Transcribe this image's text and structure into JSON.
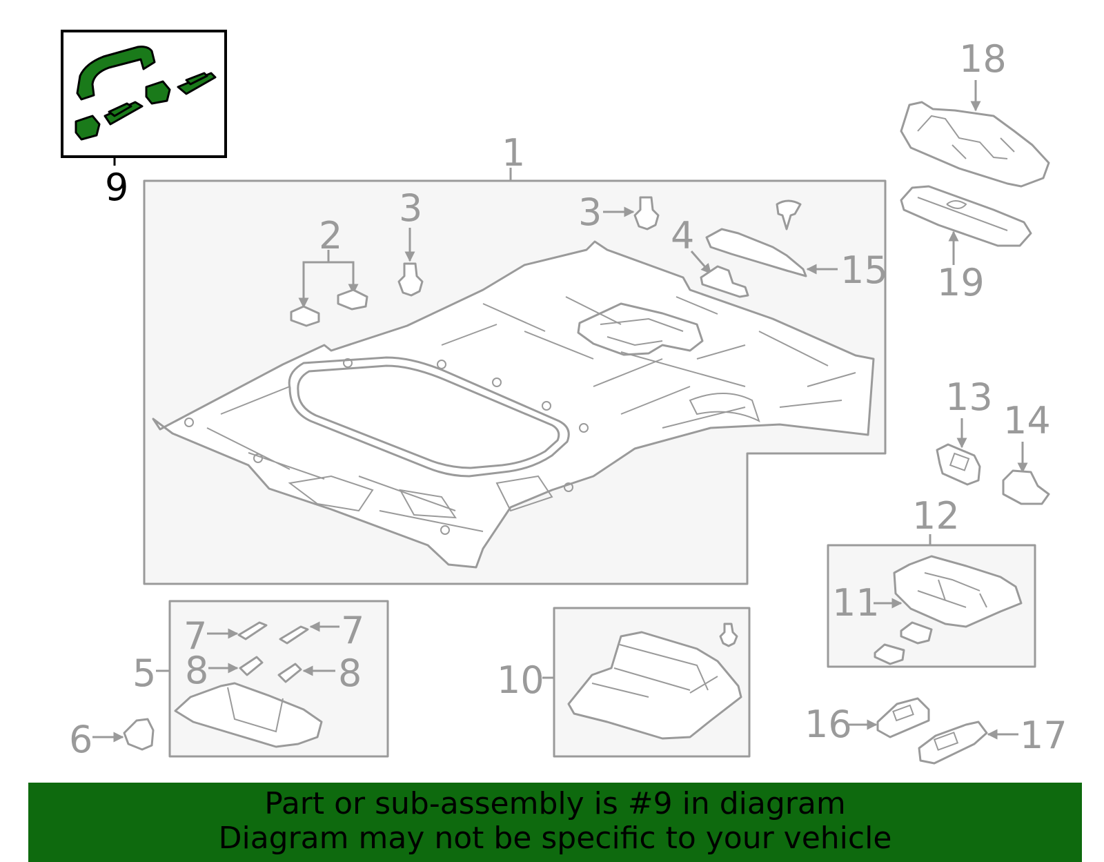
{
  "colors": {
    "highlight": "#1a7a1a",
    "banner": "#0e6a0e",
    "line": "#9a9a9a",
    "panel": "#f6f6f6"
  },
  "highlighted_part": "9",
  "callouts": {
    "c1": "1",
    "c2": "2",
    "c3a": "3",
    "c3b": "3",
    "c4": "4",
    "c5": "5",
    "c6": "6",
    "c7a": "7",
    "c7b": "7",
    "c8a": "8",
    "c8b": "8",
    "c9": "9",
    "c10": "10",
    "c11": "11",
    "c12": "12",
    "c13": "13",
    "c14": "14",
    "c15": "15",
    "c16": "16",
    "c17": "17",
    "c18": "18",
    "c19": "19"
  },
  "banner": {
    "line1": "Part or sub-assembly is #9 in diagram",
    "line2": "Diagram may not be specific to your vehicle"
  }
}
